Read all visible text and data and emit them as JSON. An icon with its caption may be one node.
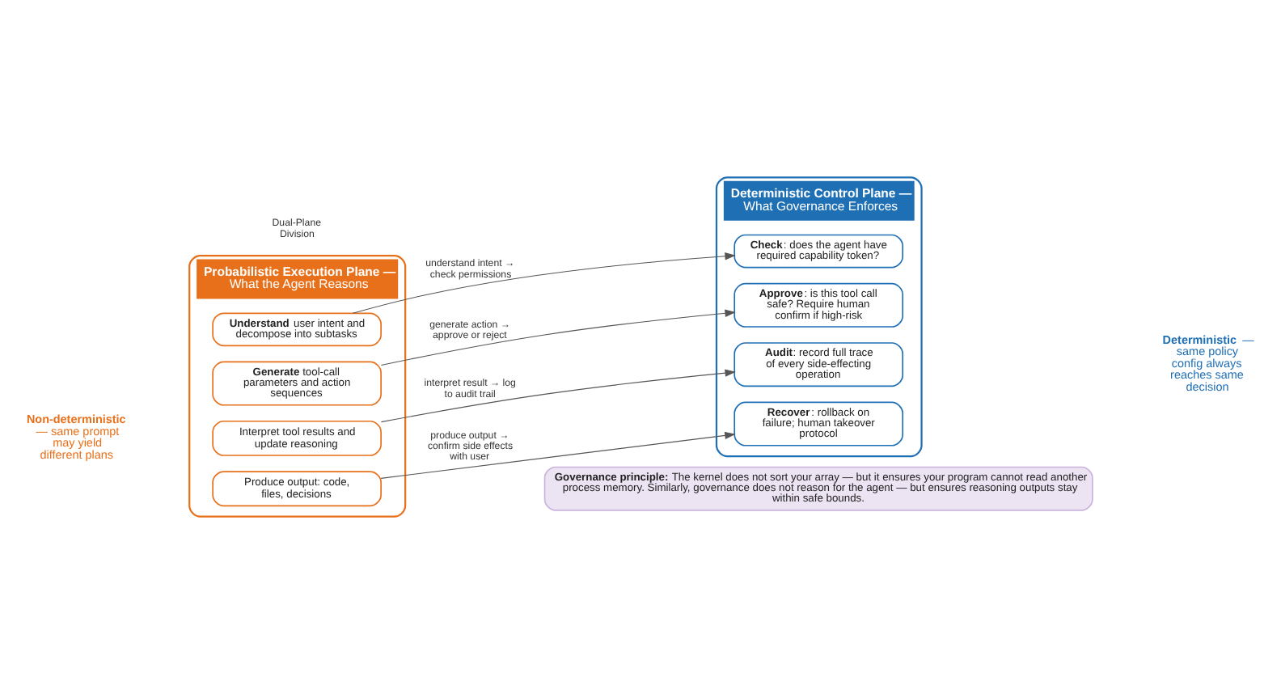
{
  "diagram": {
    "nodes": [
      {
        "text": [
          "Probabilistic Execution Plane —",
          "What the Agent Reasons"
        ]
      },
      {
        "text": [
          "**Understand** user intent and decompose into subtasks"
        ],
        "in": 0
      },
      {
        "text": [
          "**Generate** tool-call parameters and action sequences"
        ],
        "in": 0
      },
      {
        "text": [
          "Interpret tool results and update reasoning"
        ],
        "in": 0
      },
      {
        "text": [
          "Produce output: code, files, decisions"
        ],
        "in": 0
      },
      {
        "text": [
          "Deterministic Control Plane —",
          "What Governance Enforces"
        ]
      },
      {
        "text": [
          "**Check**: does the agent have required capability token?"
        ],
        "in": 5
      },
      {
        "text": [
          "**Approve**: is this tool call safe? Require human confirm if high-risk"
        ],
        "in": 5
      },
      {
        "text": [
          "**Audit**: record full trace of every side-effecting operation"
        ],
        "in": 5
      },
      {
        "text": [
          "**Recover**: rollback on failure; human takeover protocol"
        ],
        "in": 5
      },
      {
        "text": [
          "**Governance principle:** The kernel does not sort your array — but it ensures your program cannot read another process memory. Similarly, governance does not reason for the agent — but ensures reasoning outputs stay within safe bounds."
        ]
      }
    ],
    "edges": [
      {
        "from": 1,
        "to": 6,
        "arrow": "to",
        "label": "understand intent → check permissions"
      },
      {
        "from": 2,
        "to": 7,
        "arrow": "to",
        "label": "generate action → approve or reject"
      },
      {
        "from": 3,
        "to": 8,
        "arrow": "to",
        "label": "interpret result → log to audit trail"
      },
      {
        "from": 4,
        "to": 9,
        "arrow": "to",
        "label": "produce output → confirm side effects with user"
      }
    ],
    "labels": [
      "**Non-deterministic** — same prompt may yield different plans",
      "Dual-Plane Division",
      "**Deterministic** — same policy config always reaches same decision"
    ]
  }
}
